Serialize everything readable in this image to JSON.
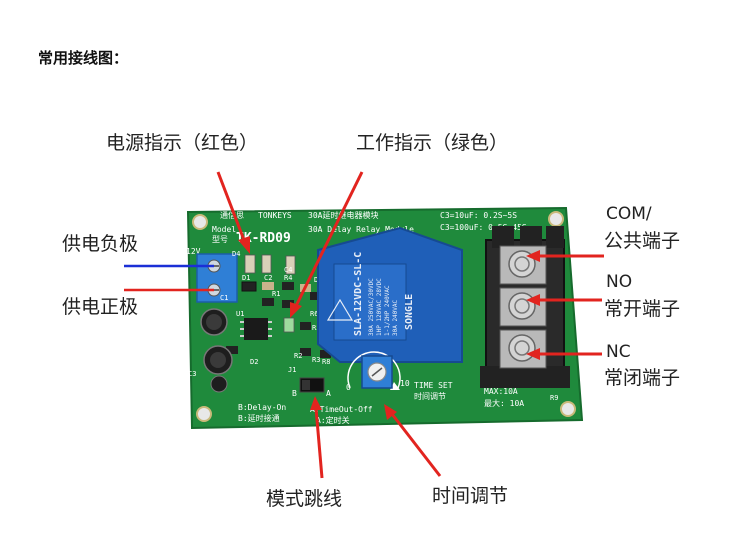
{
  "page": {
    "title": "常用接线图："
  },
  "labels": {
    "power_indicator": "电源指示（红色）",
    "work_indicator": "工作指示（绿色）",
    "supply_negative": "供电负极",
    "supply_positive": "供电正极",
    "com_en": "COM/",
    "com_cn": "公共端子",
    "no_en": "NO",
    "no_cn": "常开端子",
    "nc_en": "NC",
    "nc_cn": "常闭端子",
    "mode_jumper": "模式跳线",
    "time_adjust": "时间调节"
  },
  "board": {
    "brand_cn": "通信思",
    "brand_en": "TONKEYS",
    "product_cn": "30A延时继电器模块",
    "product_en": "30A Delay Relay Module",
    "model_label": "Model",
    "model_label_cn": "型号",
    "model": "TK-RD09",
    "c3_line1": "C3=10uF: 0.2S~5S",
    "c3_line2": "C3=100uF: 0.5S~45S",
    "voltage": "12V",
    "relay_brand": "SONGLE",
    "relay_model": "SLA-12VDC-SL-C",
    "relay_specs": [
      "30A 250VAC/30VDC",
      "1HP 120VAC 28VDC",
      "1-1/2HP 240VAC",
      "30A 240VAC"
    ],
    "time_set_en": "TIME SET",
    "time_set_cn": "时间调节",
    "max_en": "MAX:10A",
    "max_cn": "最大: 10A",
    "mode_b_en": "B:Delay-On",
    "mode_b_cn": "B:延时接通",
    "mode_a_en": "A:TimeOut-Off",
    "mode_a_cn": "A:定时关",
    "pot_min": "0",
    "pot_max": "10",
    "jumper_b": "B",
    "jumper_a": "A",
    "components": [
      "D4",
      "D1",
      "C1",
      "C2",
      "R4",
      "R1",
      "C4",
      "D3",
      "R6",
      "R5",
      "R7",
      "R8",
      "R2",
      "R3",
      "D2",
      "C3",
      "J1",
      "U1",
      "R9"
    ]
  },
  "colors": {
    "pcb": "#1f8a3c",
    "pcb_edge": "#166b2d",
    "relay": "#1f5fb8",
    "terminal_block": "#2a2a2a",
    "power_terminal": "#2f7fd6",
    "arrow": "#e2241f",
    "wire_negative": "#1b2fd6",
    "wire_positive": "#e2241f"
  }
}
